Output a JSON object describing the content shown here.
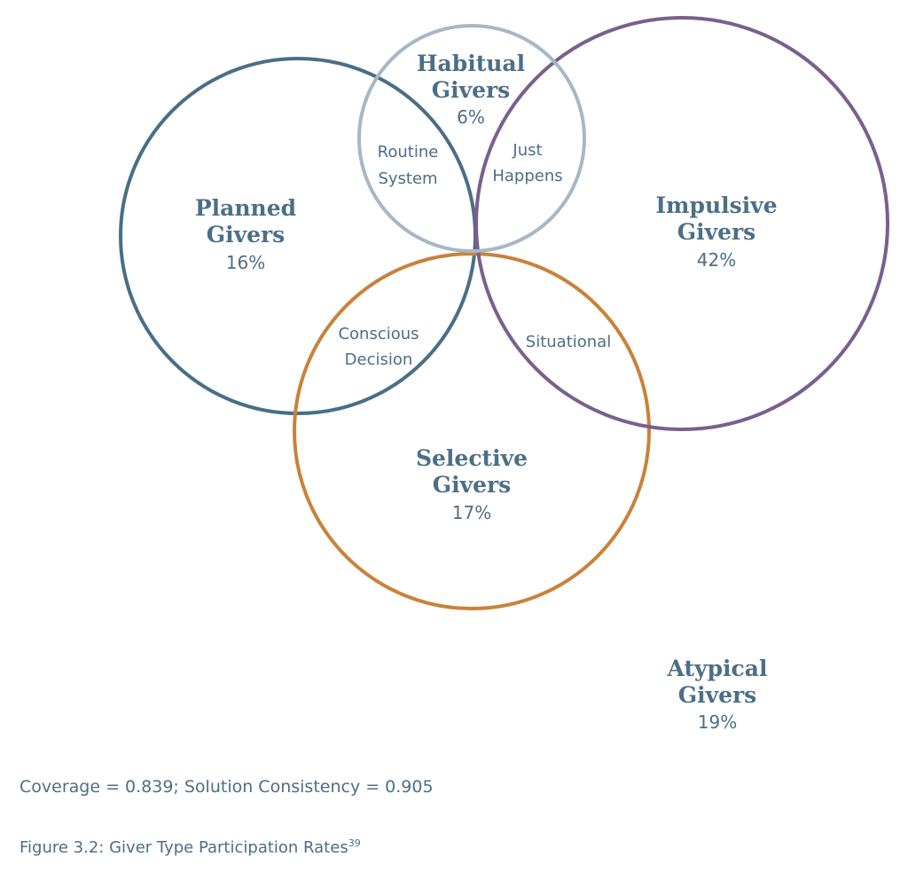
{
  "diagram": {
    "circles": [
      {
        "key": "planned",
        "title_line1": "Planned",
        "title_line2": "Givers",
        "percent": "16%",
        "color": "#4a6e86"
      },
      {
        "key": "habitual",
        "title_line1": "Habitual",
        "title_line2": "Givers",
        "percent": "6%",
        "color": "#a7b8c4"
      },
      {
        "key": "impulsive",
        "title_line1": "Impulsive",
        "title_line2": "Givers",
        "percent": "42%",
        "color": "#7a5f8e"
      },
      {
        "key": "selective",
        "title_line1": "Selective",
        "title_line2": "Givers",
        "percent": "17%",
        "color": "#c9823a"
      }
    ],
    "overlaps": {
      "planned_habitual": {
        "line1": "Routine",
        "line2": "System"
      },
      "habitual_impulsive": {
        "line1": "Just",
        "line2": "Happens"
      },
      "planned_selective": {
        "line1": "Conscious",
        "line2": "Decision"
      },
      "impulsive_selective": {
        "line1": "Situational"
      }
    },
    "outside": {
      "title_line1": "Atypical",
      "title_line2": "Givers",
      "percent": "19%"
    }
  },
  "notes": {
    "coverage": "Coverage = 0.839; Solution Consistency = 0.905",
    "caption_text": "Figure 3.2:  Giver Type Participation Rates",
    "caption_superscript": "39"
  }
}
